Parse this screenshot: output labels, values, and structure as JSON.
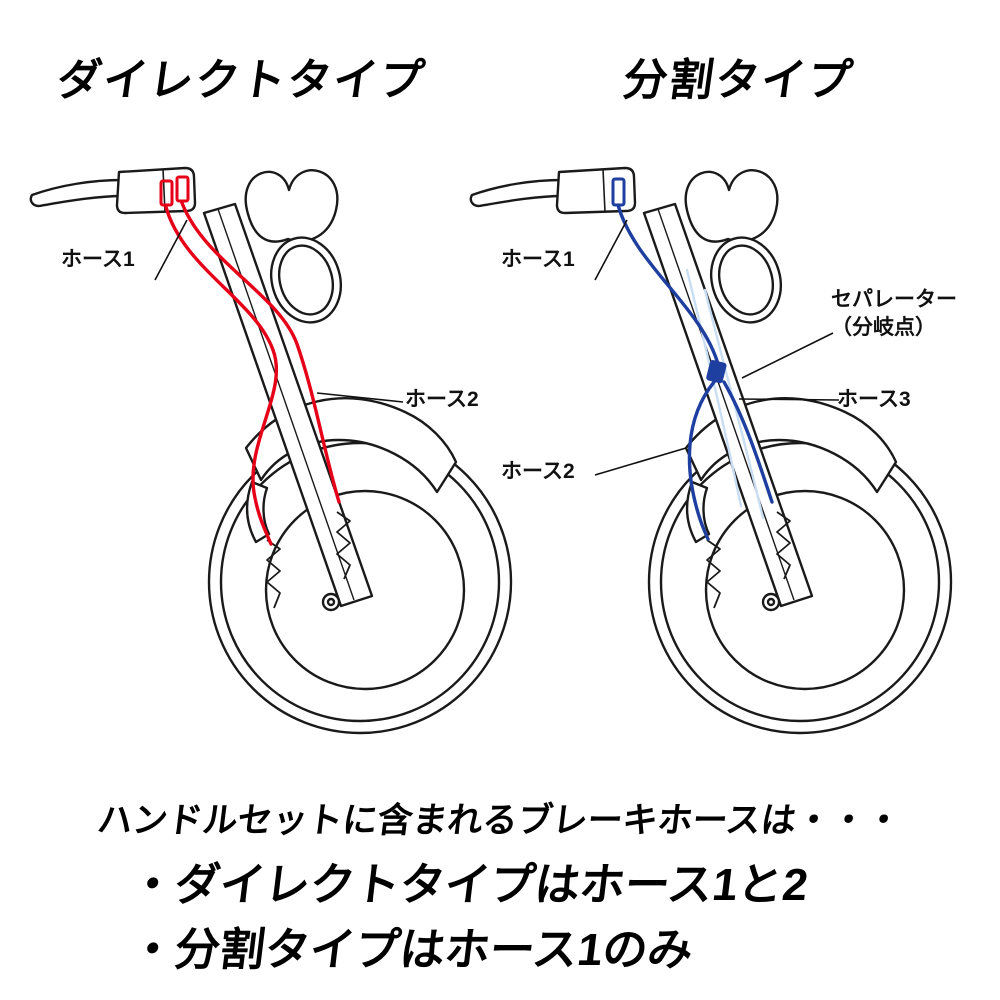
{
  "titles": {
    "direct": "ダイレクトタイプ",
    "split": "分割タイプ"
  },
  "labels": {
    "direct": {
      "hose1": "ホース1",
      "hose2": "ホース2"
    },
    "split": {
      "hose1": "ホース1",
      "separator_line1": "セパレーター",
      "separator_line2": "（分岐点）",
      "hose3": "ホース3",
      "hose2": "ホース2"
    }
  },
  "footer": {
    "intro": "ハンドルセットに含まれるブレーキホースは・・・",
    "bullets": [
      "・ダイレクトタイプはホース1と2",
      "・分割タイプはホース1のみ"
    ]
  },
  "colors": {
    "direct_hose": "#e60018",
    "split_hose": "#1e3f9f",
    "split_hose_hidden": "#c9ddf3",
    "line_art": "#1a1a1a"
  }
}
